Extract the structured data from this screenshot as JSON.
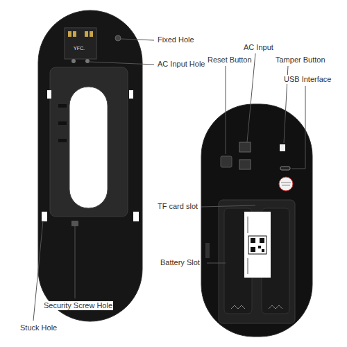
{
  "diagram": {
    "labels": [
      "Fixed Hole",
      "AC Input Hole",
      "Security Screw Hole",
      "Stuck Hole",
      "Reset Button",
      "AC Input",
      "Tamper Button",
      "USB Interface",
      "YFC.",
      "TF card slot",
      "Battery Slot"
    ]
  }
}
